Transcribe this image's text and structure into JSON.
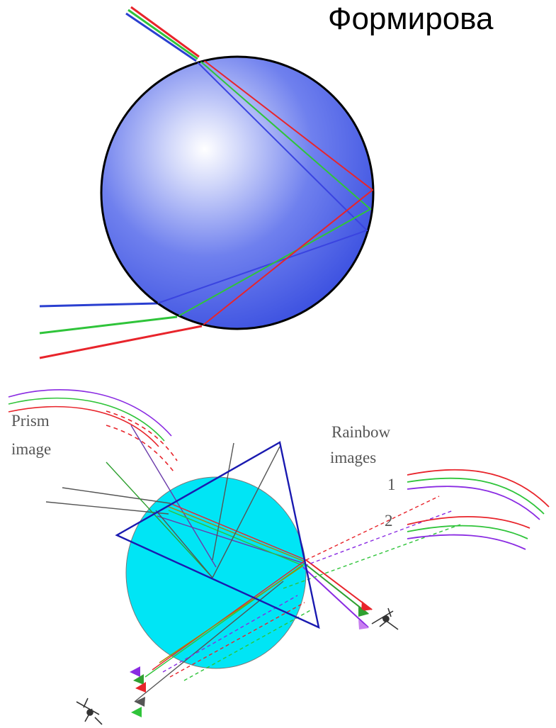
{
  "title": "Формирова",
  "diagram2": {
    "prism_label_line1": "Prism",
    "prism_label_line2": "image",
    "rainbow_label_line1": "Rainbow",
    "rainbow_label_line2": "images",
    "rainbow_num_1": "1",
    "rainbow_num_2": "2"
  },
  "colors": {
    "red": "#e8242b",
    "green": "#2fc43a",
    "blue": "#2a3fd0",
    "violet": "#8a2be2",
    "sphere": "#4a5fe6",
    "droplet": "#00e5f5",
    "prism": "#1a1ab0"
  }
}
